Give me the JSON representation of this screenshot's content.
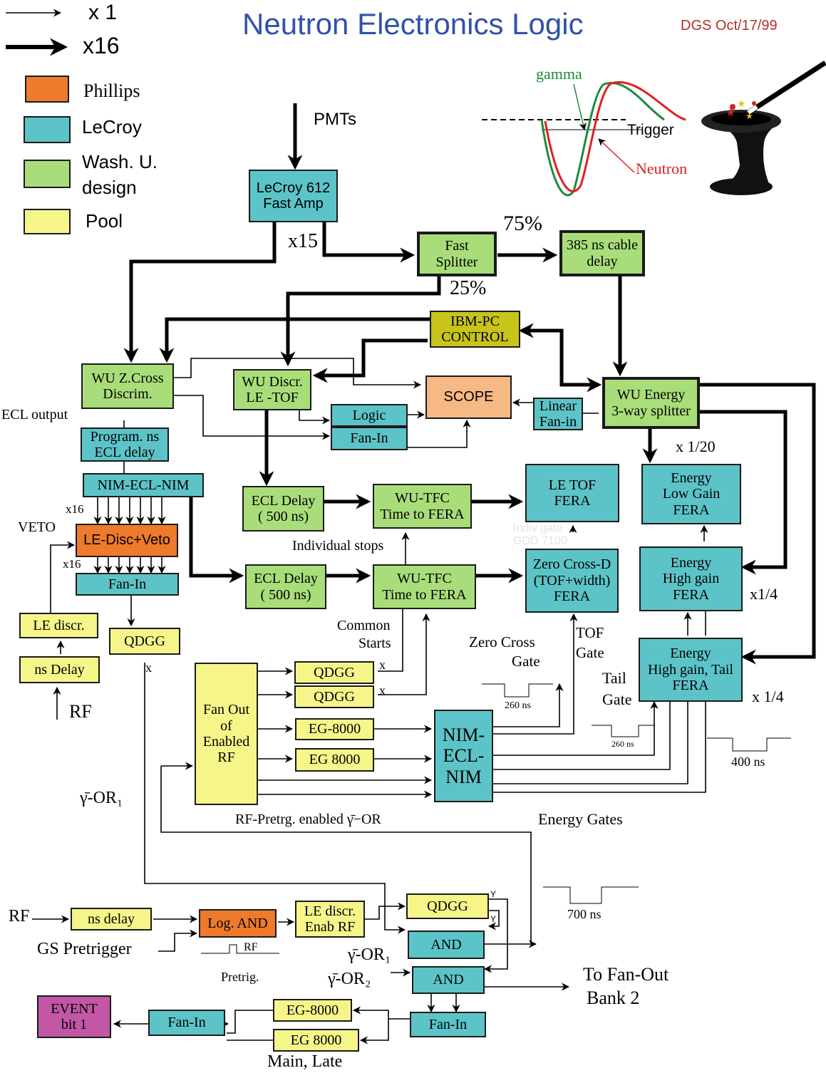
{
  "title": "Neutron Electronics Logic",
  "author_date": "DGS Oct/17/99",
  "colors": {
    "phillips": "#ee7a2c",
    "lecroy": "#5cc4c8",
    "wu": "#a9dd7a",
    "pool": "#f6f58a",
    "ibm": "#c8c41a",
    "scope": "#f6b884",
    "event": "#c257a6",
    "title": "#3052a8",
    "author": "#b0302a",
    "gamma": "#1e8a3c",
    "neutron": "#e02020"
  },
  "legend": {
    "x1": "x 1",
    "x16": "x16",
    "phillips": "Phillips",
    "lecroy": "LeCroy",
    "wu_line1": "Wash. U.",
    "wu_line2": "design",
    "pool": "Pool"
  },
  "inset": {
    "gamma": "gamma",
    "trigger": "Trigger",
    "neutron": "Neutron"
  },
  "labels": {
    "pmts": "PMTs",
    "x15": "x15",
    "pct75": "75%",
    "pct25": "25%",
    "ecl_output": "ECL output",
    "veto": "VETO",
    "x16_a": "x16",
    "x16_b": "x16",
    "rf_in": "RF",
    "x_a": "x",
    "x_b": "x",
    "x_c": "x",
    "x120": "x 1/20",
    "x14_a": "x1/4",
    "x14_b": "x 1/4",
    "indiv_stops": "Individual stops",
    "common": "Common",
    "starts": "Starts",
    "zc_gate1": "Zero Cross",
    "zc_gate2": "Gate",
    "tof_gate1": "TOF",
    "tof_gate2": "Gate",
    "tail_gate1": "Tail",
    "tail_gate2": "Gate",
    "ns260a": "260 ns",
    "ns260b": "260 ns",
    "ns400": "400 ns",
    "ns700": "700 ns",
    "orbar1": "γ̄-OR₁",
    "rf_pretrg": "RF-Pretrg. enabled γ̄−OR",
    "energy_gates": "Energy Gates",
    "rf_bottom": "RF",
    "gs_pretrigger": "GS Pretrigger",
    "pretrig": "Pretrig.",
    "rf_small": "RF",
    "orbar1b": "γ̄-OR₁",
    "orbar2": "γ̄-OR₂",
    "y1": "Y",
    "y2": "Y",
    "to_fanout1": "To Fan-Out",
    "to_fanout2": "Bank 2",
    "main_late": "Main, Late",
    "faint1": "Indiv gate",
    "faint2": "GDD 7100"
  },
  "boxes": {
    "lecroy612": "LeCroy 612\nFast  Amp",
    "fast_splitter": "Fast\nSplitter",
    "cable_delay": "385 ns cable\ndelay",
    "ibm_pc": "IBM-PC\nCONTROL",
    "wu_zcross": "WU Z.Cross\nDiscrim.",
    "wu_discr": "WU Discr.\nLE -TOF",
    "scope": "SCOPE",
    "wu_energy": "WU Energy\n3-way splitter",
    "logic": "Logic",
    "fanin_mid": "Fan-In",
    "linear_fanin": "Linear\nFan-in",
    "prog_delay": "Program. ns\nECL delay",
    "nim_ecl_nim": "NIM-ECL-NIM",
    "le_disc_veto": "LE-Disc+Veto",
    "fanin_left": "Fan-In",
    "qdgg_left": "QDGG",
    "le_discr_left": "LE discr.",
    "ns_delay_left": "ns Delay",
    "ecl_delay1": "ECL Delay\n( 500 ns)",
    "ecl_delay2": "ECL Delay\n( 500 ns)",
    "wu_tfc1": "WU-TFC\nTime to FERA",
    "wu_tfc2": "WU-TFC\nTime to FERA",
    "le_tof_fera": "LE  TOF\nFERA",
    "zero_cross_fera": "Zero Cross-D\n(TOF+width)\nFERA",
    "energy_low": "Energy\nLow Gain\nFERA",
    "energy_high": "Energy\nHigh gain\nFERA",
    "energy_tail": "Energy\nHigh gain, Tail\nFERA",
    "fanout_rf": "Fan Out\nof\nEnabled\nRF",
    "qdgg1": "QDGG",
    "qdgg2": "QDGG",
    "eg8000a": "EG-8000",
    "eg8000b": "EG 8000",
    "nim_ecl_nim_big": "NIM-\nECL-\nNIM",
    "ns_delay_bot": "ns delay",
    "log_and": "Log. AND",
    "le_discr_enab": "LE discr.\nEnab RF",
    "qdgg_bot": "QDGG",
    "and1": "AND",
    "and2": "AND",
    "fanin_bot_right": "Fan-In",
    "eg8000c": "EG-8000",
    "eg8000d": "EG 8000",
    "fanin_bot_left": "Fan-In",
    "event_bit": "EVENT\nbit 1"
  }
}
